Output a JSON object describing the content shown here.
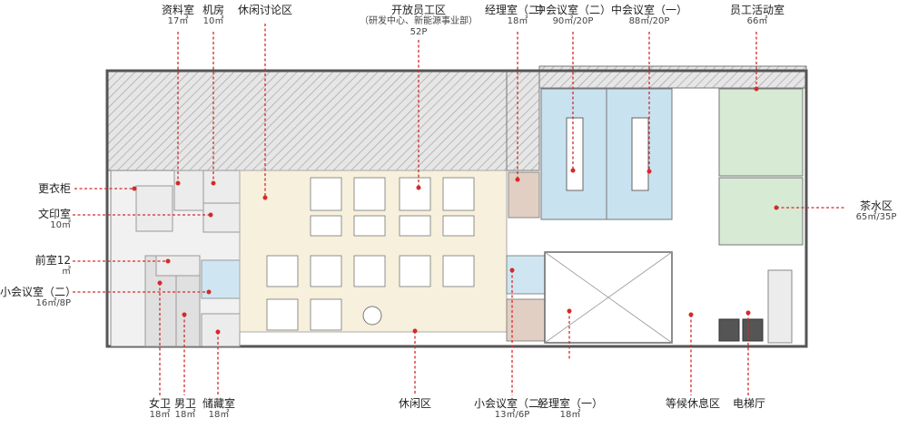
{
  "labels": {
    "archive": {
      "name": "资料室",
      "area": "17㎡"
    },
    "server": {
      "name": "机房",
      "area": "10㎡"
    },
    "lounge_discussion": {
      "name": "休闲讨论区"
    },
    "open_office": {
      "name": "开放员工区",
      "sub": "（研发中心、新能源事业部）",
      "area": "52P"
    },
    "manager2": {
      "name": "经理室（二）",
      "area": "18㎡"
    },
    "mid_meeting2": {
      "name": "中会议室（二）",
      "area": "90㎡/20P"
    },
    "mid_meeting1": {
      "name": "中会议室（一）",
      "area": "88㎡/20P"
    },
    "staff_activity": {
      "name": "员工活动室",
      "area": "66㎡"
    },
    "locker": {
      "name": "更衣柜"
    },
    "print_room": {
      "name": "文印室",
      "area": "10㎡"
    },
    "front_room": {
      "name": "前室12",
      "area": "㎡"
    },
    "small_meeting2_left": {
      "name": "小会议室（二）",
      "area": "16㎡/8P"
    },
    "tea_room": {
      "name": "茶水区",
      "area": "65㎡/35P"
    },
    "women_wc": {
      "name": "女卫",
      "area": "18㎡"
    },
    "men_wc": {
      "name": "男卫",
      "area": "18㎡"
    },
    "storage": {
      "name": "储藏室",
      "area": "18㎡"
    },
    "leisure": {
      "name": "休闲区"
    },
    "small_meeting2_bottom": {
      "name": "小会议室（二）",
      "area": "13㎡/6P"
    },
    "manager1": {
      "name": "经理室（一）",
      "area": "18㎡"
    },
    "waiting": {
      "name": "等候休息区"
    },
    "elevator_hall": {
      "name": "电梯厅"
    }
  },
  "colors": {
    "open_office": "#f6f0dc",
    "meeting": "#c9e2f0",
    "activity": "#d6ead4",
    "manager": "#e2cfc3",
    "leader": "#d42a2a",
    "hatch": "#9a9a9a"
  }
}
